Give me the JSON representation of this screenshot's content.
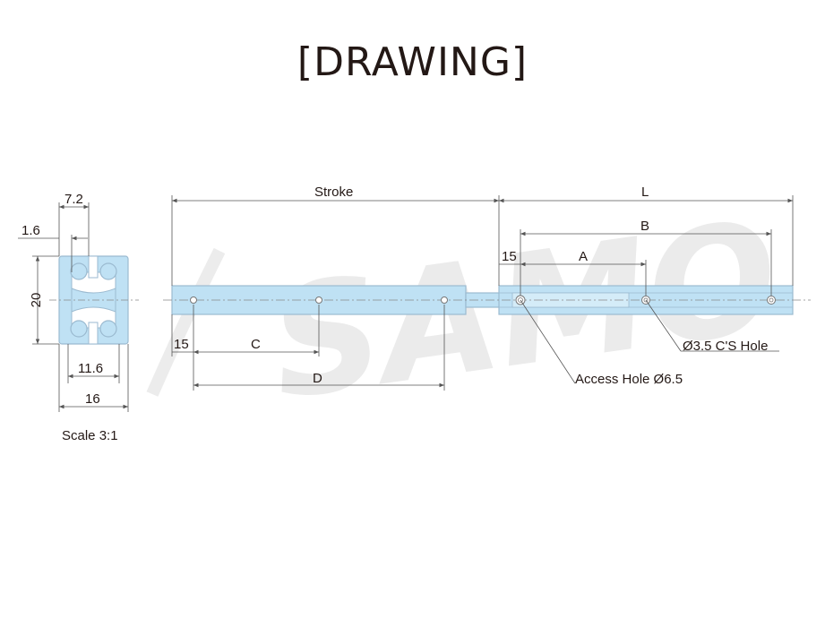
{
  "title": "[DRAWING]",
  "watermark": "SAMO",
  "colors": {
    "rail_fill": "#bfe1f4",
    "rail_stroke": "#9bbad0",
    "line": "#555555",
    "text": "#231815",
    "watermark": "#dcdcdc"
  },
  "cross_section": {
    "width_label": "16",
    "height_label": "20",
    "inner_width_label": "11.6",
    "slot_label": "7.2",
    "wall_label": "1.6",
    "scale_label": "Scale 3:1"
  },
  "side_view": {
    "stroke_label": "Stroke",
    "length_label": "L",
    "b_label": "B",
    "a_label": "A",
    "c_label": "C",
    "d_label": "D",
    "offset_left_label": "15",
    "offset_right_label": "15",
    "cs_hole_label": "Ø3.5 C'S Hole",
    "access_hole_label": "Access Hole Ø6.5"
  }
}
